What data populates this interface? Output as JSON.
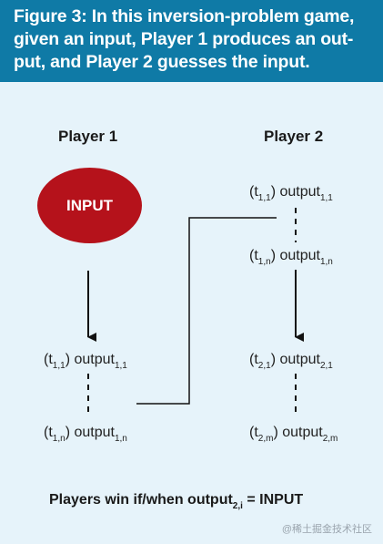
{
  "caption": "Figure 3: In this inversion-problem game, given an input, Player 1 produces an output, and Player 2 guesses the input.",
  "caption_lines": [
    "Figure 3: In this inversion-problem game,",
    "given an input, Player 1 produces an out-",
    "put, and Player 2 guesses the input."
  ],
  "players": {
    "p1": "Player 1",
    "p2": "Player 2"
  },
  "input_label": "INPUT",
  "p1_outputs": {
    "first": {
      "t": "(t",
      "tsub": "1,1",
      "t_close": ")",
      "out": "output",
      "osub": "1,1"
    },
    "last": {
      "t": "(t",
      "tsub": "1,n",
      "t_close": ")",
      "out": "output",
      "osub": "1,n"
    }
  },
  "p2_outputs": {
    "a": {
      "t": "(t",
      "tsub": "1,1",
      "t_close": ")",
      "out": "output",
      "osub": "1,1"
    },
    "b": {
      "t": "(t",
      "tsub": "1,n",
      "t_close": ")",
      "out": "output",
      "osub": "1,n"
    },
    "c": {
      "t": "(t",
      "tsub": "2,1",
      "t_close": ")",
      "out": "output",
      "osub": "2,1"
    },
    "d": {
      "t": "(t",
      "tsub": "2,m",
      "t_close": ")",
      "out": "output",
      "osub": "2,m"
    }
  },
  "footer": {
    "prefix": "Players win if/when output",
    "sub": "2,i",
    "suffix": " = INPUT"
  },
  "watermark": "@稀土掘金技术社区",
  "colors": {
    "header_bg": "#0f7aa6",
    "panel_bg": "#e6f3fa",
    "input_fill": "#b5121b"
  }
}
